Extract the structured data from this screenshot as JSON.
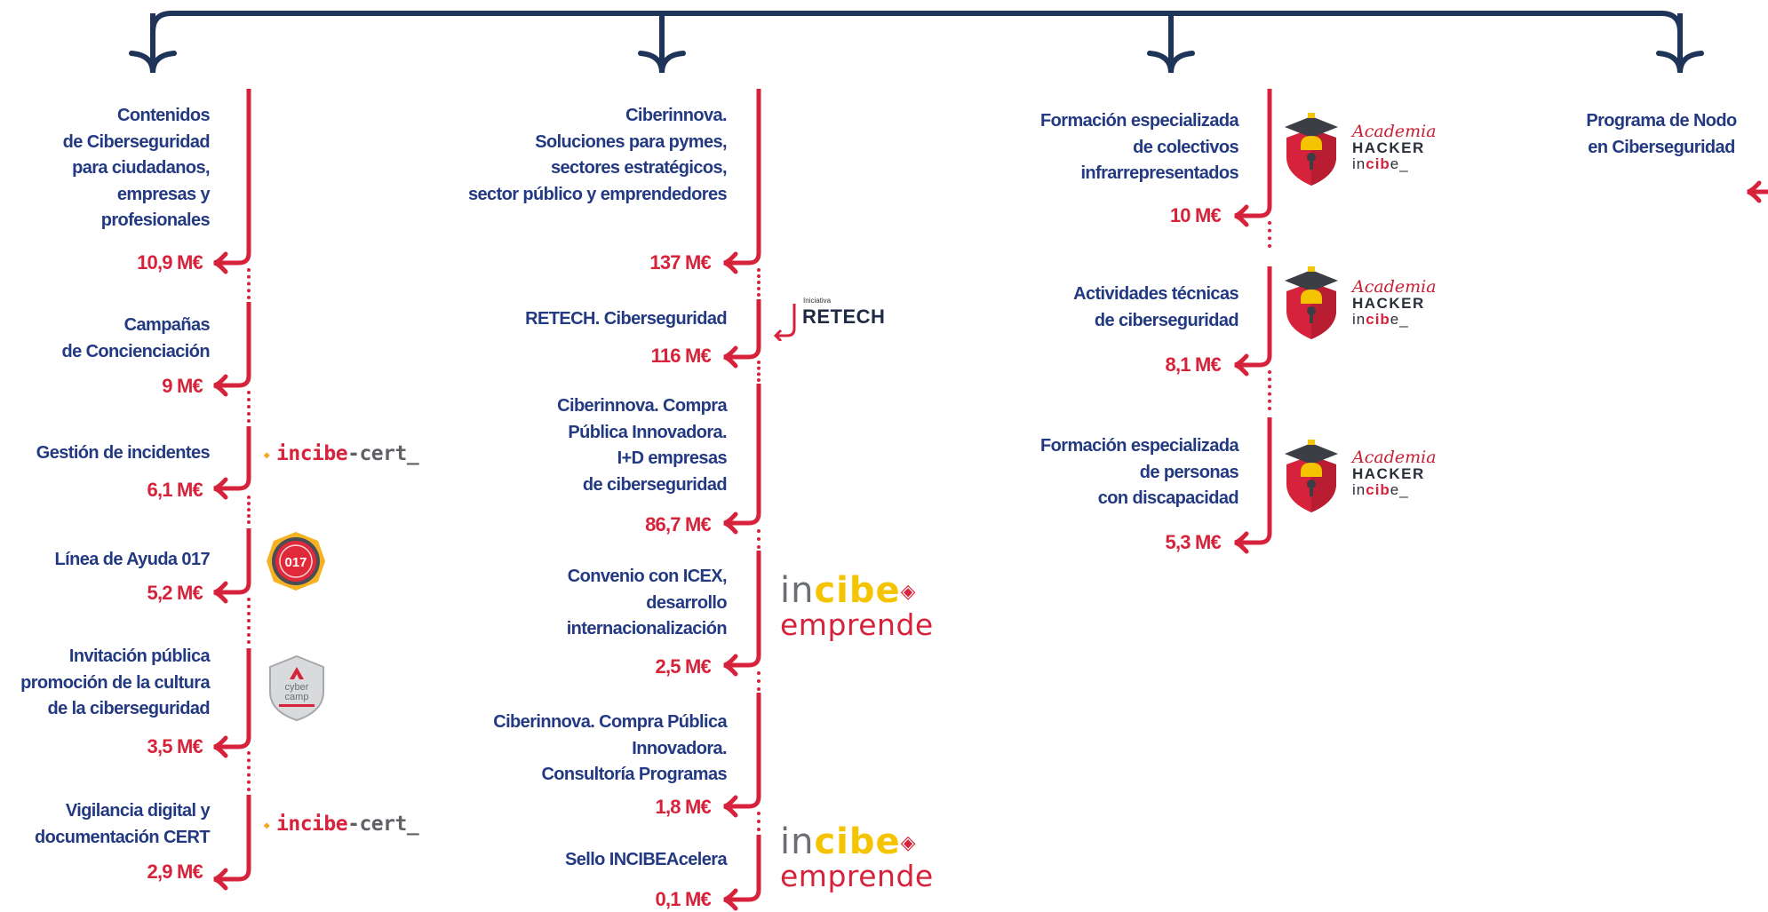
{
  "colors": {
    "navy": "#1f3459",
    "red": "#d6233b",
    "label_blue": "#233a82"
  },
  "columns": [
    {
      "items": [
        {
          "label": "Contenidos\nde Ciberseguridad\npara ciudadanos,\nempresas y\nprofesionales",
          "amount": "10,9 M€"
        },
        {
          "label": "Campañas\nde Concienciación",
          "amount": "9 M€"
        },
        {
          "label": "Gestión de incidentes",
          "amount": "6,1 M€",
          "logo": "incibe-cert"
        },
        {
          "label": "Línea de Ayuda 017",
          "amount": "5,2 M€",
          "logo": "badge-017"
        },
        {
          "label": "Invitación pública\npromoción de la cultura\nde la ciberseguridad",
          "amount": "3,5 M€",
          "logo": "cybercamp"
        },
        {
          "label": "Vigilancia digital y\ndocumentación CERT",
          "amount": "2,9 M€",
          "logo": "incibe-cert"
        }
      ]
    },
    {
      "items": [
        {
          "label": "Ciberinnova.\nSoluciones para pymes,\nsectores estratégicos,\nsector público y emprendedores",
          "amount": "137 M€"
        },
        {
          "label": "RETECH. Ciberseguridad",
          "amount": "116 M€",
          "logo": "retech"
        },
        {
          "label": "Ciberinnova. Compra\nPública Innovadora.\nI+D empresas\nde ciberseguridad",
          "amount": "86,7 M€"
        },
        {
          "label": "Convenio con ICEX,\ndesarrollo\ninternacionalización",
          "amount": "2,5 M€",
          "logo": "incibe-emprende"
        },
        {
          "label": "Ciberinnova. Compra Pública\nInnovadora.\nConsultoría Programas",
          "amount": "1,8 M€"
        },
        {
          "label": "Sello INCIBEAcelera",
          "amount": "0,1 M€",
          "logo": "incibe-emprende"
        }
      ]
    },
    {
      "items": [
        {
          "label": "Formación especializada\nde colectivos\ninfrarrepresentados",
          "amount": "10 M€",
          "logo": "academia-hacker"
        },
        {
          "label": "Actividades técnicas\nde ciberseguridad",
          "amount": "8,1 M€",
          "logo": "academia-hacker"
        },
        {
          "label": "Formación especializada\nde personas\ncon discapacidad",
          "amount": "5,3 M€",
          "logo": "academia-hacker"
        }
      ]
    },
    {
      "items": [
        {
          "label": "Programa de Nodo\nen Ciberseguridad"
        }
      ]
    }
  ],
  "logos": {
    "incibe_cert": {
      "prefix": "incibe",
      "suffix": "-cert_"
    },
    "badge_017": {
      "text": "017"
    },
    "cybercamp": {
      "line1": "cyber",
      "line2": "camp"
    },
    "retech": {
      "small": "Iniciativa",
      "big": "RETECH"
    },
    "incibe_emprende": {
      "top_a": "in",
      "top_b": "cibe",
      "bottom": "emprende"
    },
    "academia_hacker": {
      "line1": "Academia",
      "line2": "HACKER",
      "line3_a": "in",
      "line3_b": "cib",
      "line3_c": "e_"
    }
  }
}
